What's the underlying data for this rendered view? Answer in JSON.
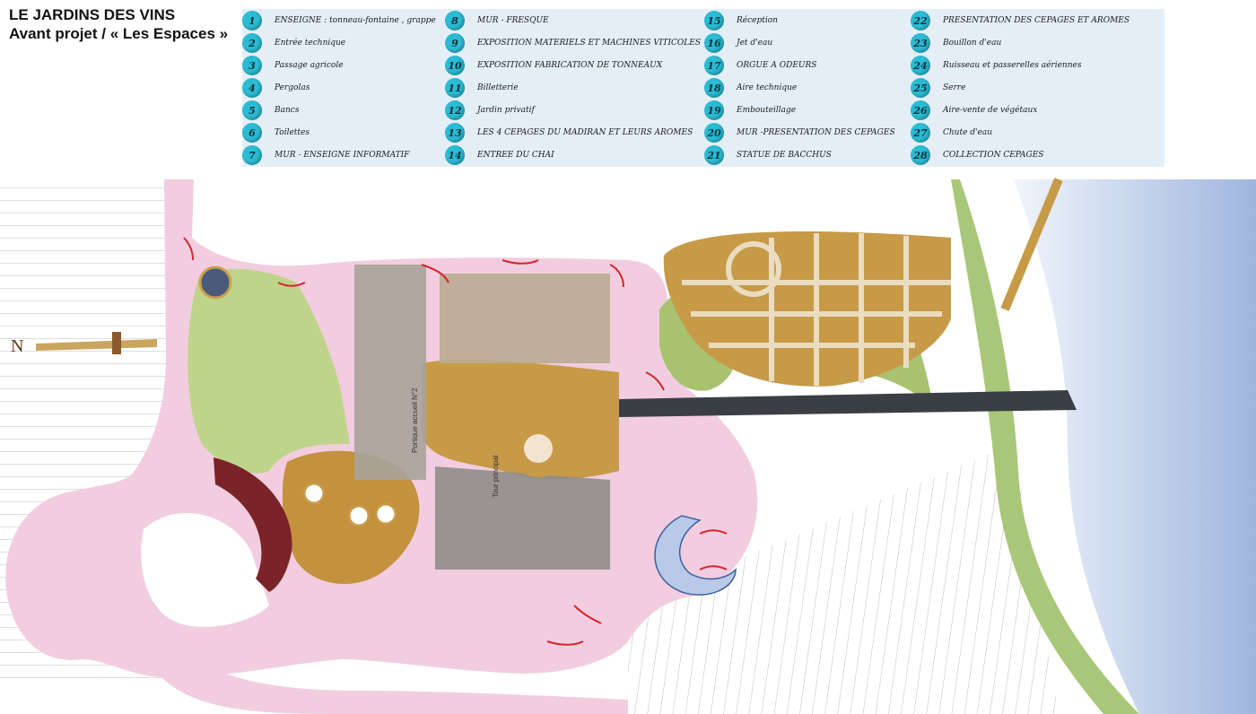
{
  "title": {
    "line1": "LE JARDINS DES VINS",
    "line2": "Avant projet / « Les Espaces »"
  },
  "legend": {
    "columns": [
      [
        {
          "num": "1",
          "label": "ENSEIGNE : tonneau-fontaine , grappe"
        },
        {
          "num": "2",
          "label": "Entrée technique"
        },
        {
          "num": "3",
          "label": "Passage agricole"
        },
        {
          "num": "4",
          "label": "Pergolas"
        },
        {
          "num": "5",
          "label": "Bancs"
        },
        {
          "num": "6",
          "label": "Toilettes"
        },
        {
          "num": "7",
          "label": "MUR - ENSEIGNE INFORMATIF"
        }
      ],
      [
        {
          "num": "8",
          "label": "MUR - FRESQUE"
        },
        {
          "num": "9",
          "label": "EXPOSITION MATERIELS ET MACHINES VITICOLES"
        },
        {
          "num": "10",
          "label": "EXPOSITION FABRICATION DE TONNEAUX"
        },
        {
          "num": "11",
          "label": "Billetterie"
        },
        {
          "num": "12",
          "label": "Jardin privatif"
        },
        {
          "num": "13",
          "label": "LES 4 CEPAGES DU MADIRAN ET LEURS AROMES"
        },
        {
          "num": "14",
          "label": "ENTREE DU CHAI"
        }
      ],
      [
        {
          "num": "15",
          "label": "Réception"
        },
        {
          "num": "16",
          "label": "Jet d'eau"
        },
        {
          "num": "17",
          "label": "ORGUE A ODEURS"
        },
        {
          "num": "18",
          "label": "Aire technique"
        },
        {
          "num": "19",
          "label": "Embouteillage"
        },
        {
          "num": "20",
          "label": "MUR -PRESENTATION DES CEPAGES"
        },
        {
          "num": "21",
          "label": "STATUE DE BACCHUS"
        }
      ],
      [
        {
          "num": "22",
          "label": "PRESENTATION DES CEPAGES ET AROMES"
        },
        {
          "num": "23",
          "label": "Bouillon d'eau"
        },
        {
          "num": "24",
          "label": "Ruisseau et passerelles aériennes"
        },
        {
          "num": "25",
          "label": "Serre"
        },
        {
          "num": "26",
          "label": "Aire-vente de végétaux"
        },
        {
          "num": "27",
          "label": "Chute d'eau"
        },
        {
          "num": "28",
          "label": "COLLECTION CEPAGES"
        }
      ]
    ]
  },
  "plan": {
    "north_label": "N",
    "building_labels": [
      "Portique accueil N°2",
      "Tour principal"
    ],
    "colors": {
      "road": "#f2cde0",
      "lawn": "#b7cf84",
      "wood": "#c79a48",
      "building": "#a8a39a",
      "water": "#a9c0e4",
      "arrow": "#d8232a",
      "stripe": "#b9b9b9"
    }
  }
}
